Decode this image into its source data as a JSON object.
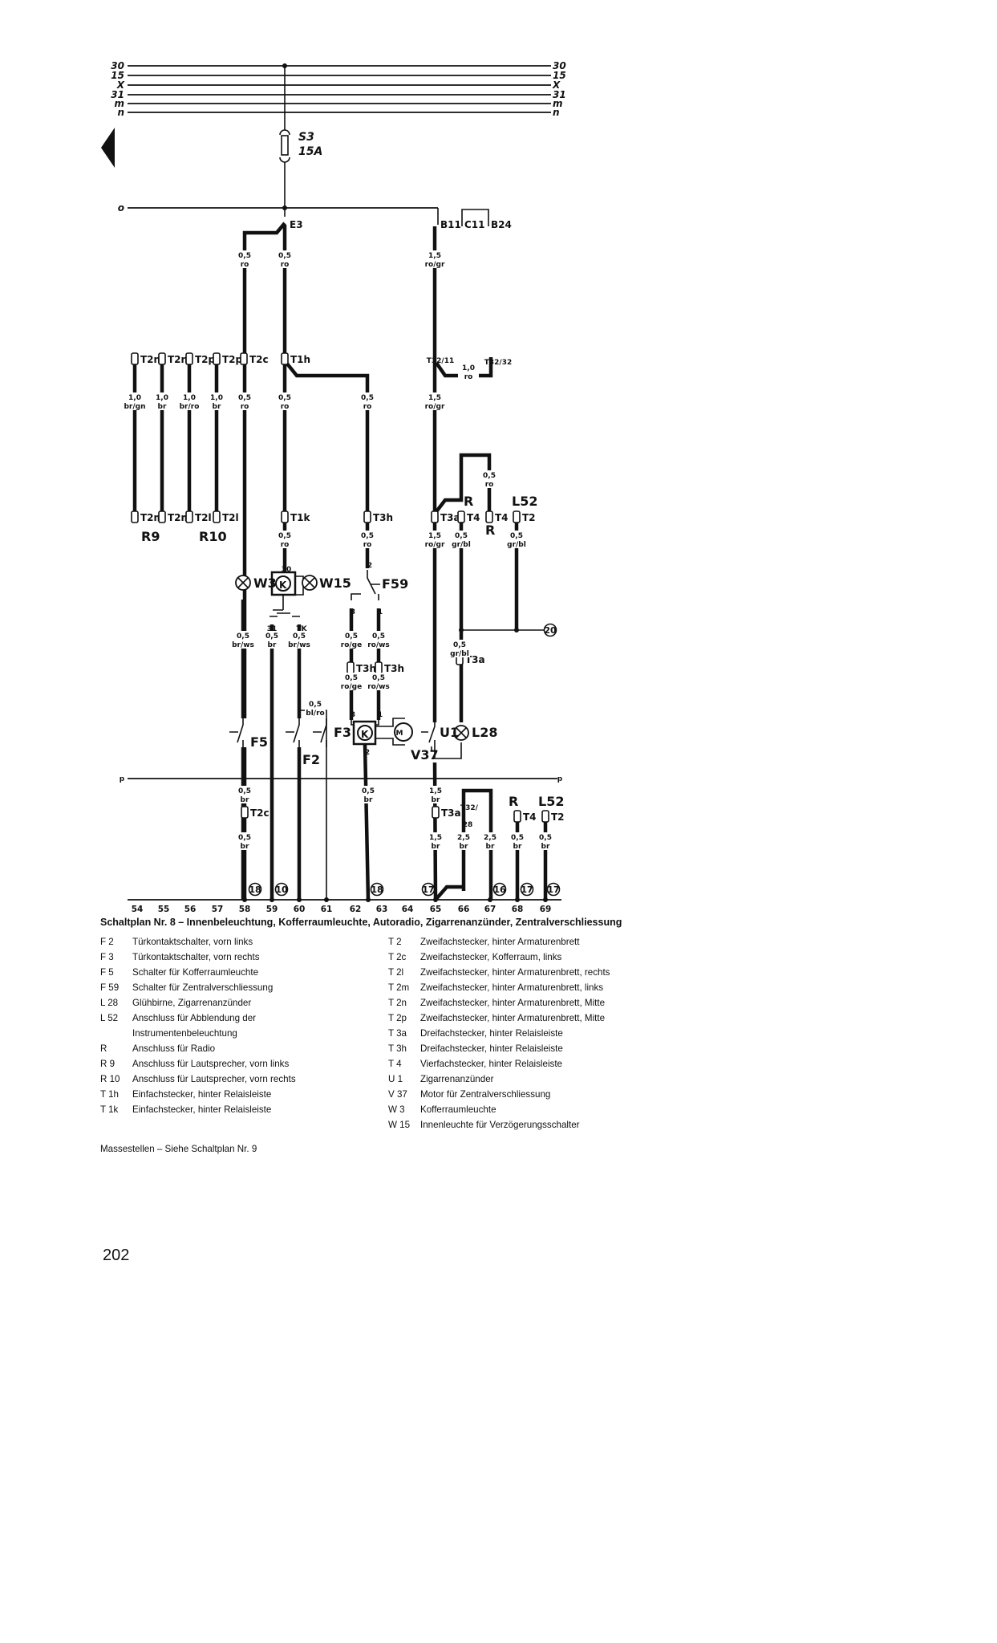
{
  "bus": {
    "labels": [
      "30",
      "15",
      "X",
      "31",
      "m",
      "n"
    ]
  },
  "fuse": {
    "id": "S3",
    "rating": "15A"
  },
  "terminals": {
    "o": "o",
    "p": "p",
    "e3": "E3",
    "b11": "B11",
    "c11": "C11",
    "b24": "B24"
  },
  "connectors": [
    "T2n",
    "T2n",
    "T2p",
    "T2p",
    "T2c",
    "T1h",
    "T32/11",
    "T32/32",
    "T2m",
    "T2m",
    "T2l",
    "T2l",
    "T1k",
    "T3h",
    "T3a",
    "T4",
    "T4",
    "T2",
    "T3h",
    "T3h",
    "T3a",
    "T2c",
    "T3a",
    "T32/",
    "28",
    "T4",
    "T2"
  ],
  "components": {
    "r9": "R9",
    "r10": "R10",
    "r_upper": "R",
    "r_mid": "R",
    "l52_upper": "L52",
    "w3": "W3",
    "w15": "W15",
    "relay_k1": "K",
    "f59": "F59",
    "f5": "F5",
    "f2": "F2",
    "f3": "F3",
    "relay_k2": "K",
    "motor": "M",
    "v37": "V37",
    "u1": "U1",
    "l28": "L28",
    "r_lower": "R",
    "l52_lower": "L52"
  },
  "pins": [
    "30",
    "31",
    "TK",
    "2",
    "3",
    "1",
    "3",
    "1",
    "2"
  ],
  "wires": [
    {
      "size": "0,5",
      "color": "ro"
    },
    {
      "size": "0,5",
      "color": "ro"
    },
    {
      "size": "1,5",
      "color": "ro/gr"
    },
    {
      "size": "1,0",
      "color": "br/gn"
    },
    {
      "size": "1,0",
      "color": "br"
    },
    {
      "size": "1,0",
      "color": "br/ro"
    },
    {
      "size": "1,0",
      "color": "br"
    },
    {
      "size": "0,5",
      "color": "ro"
    },
    {
      "size": "0,5",
      "color": "ro"
    },
    {
      "size": "0,5",
      "color": "ro"
    },
    {
      "size": "1,5",
      "color": "ro/gr"
    },
    {
      "size": "1,0",
      "color": "ro"
    },
    {
      "size": "0,5",
      "color": "ro"
    },
    {
      "size": "0,5",
      "color": "ro"
    },
    {
      "size": "0,5",
      "color": "ro"
    },
    {
      "size": "1,5",
      "color": "ro/gr"
    },
    {
      "size": "0,5",
      "color": "gr/bl"
    },
    {
      "size": "0,5",
      "color": "gr/bl"
    },
    {
      "size": "0,5",
      "color": "br/ws"
    },
    {
      "size": "0,5",
      "color": "br"
    },
    {
      "size": "0,5",
      "color": "br/ws"
    },
    {
      "size": "0,5",
      "color": "ro/ge"
    },
    {
      "size": "0,5",
      "color": "ro/ws"
    },
    {
      "size": "0,5",
      "color": "gr/bl"
    },
    {
      "size": "0,5",
      "color": "ro/ge"
    },
    {
      "size": "0,5",
      "color": "ro/ws"
    },
    {
      "size": "0,5",
      "color": "bl/ro"
    },
    {
      "size": "0,5",
      "color": "br"
    },
    {
      "size": "0,5",
      "color": "br"
    },
    {
      "size": "1,5",
      "color": "br"
    },
    {
      "size": "0,5",
      "color": "br"
    },
    {
      "size": "1,5",
      "color": "br"
    },
    {
      "size": "2,5",
      "color": "br"
    },
    {
      "size": "2,5",
      "color": "br"
    },
    {
      "size": "0,5",
      "color": "br"
    },
    {
      "size": "0,5",
      "color": "br"
    }
  ],
  "grounds": [
    "18",
    "10",
    "18",
    "17",
    "16",
    "17",
    "17",
    "20"
  ],
  "columns": [
    "54",
    "55",
    "56",
    "57",
    "58",
    "59",
    "60",
    "61",
    "62",
    "63",
    "64",
    "65",
    "66",
    "67",
    "68",
    "69"
  ],
  "caption": "Schaltplan Nr. 8 – Innenbeleuchtung, Kofferraumleuchte, Autoradio, Zigarrenanzünder, Zentralverschliessung",
  "legend": {
    "left": [
      {
        "code": "F 2",
        "text": "Türkontaktschalter, vorn links"
      },
      {
        "code": "F 3",
        "text": "Türkontaktschalter, vorn rechts"
      },
      {
        "code": "F 5",
        "text": "Schalter für Kofferraumleuchte"
      },
      {
        "code": "F 59",
        "text": "Schalter für Zentralverschliessung"
      },
      {
        "code": "L 28",
        "text": "Glühbirne, Zigarrenanzünder"
      },
      {
        "code": "L 52",
        "text": "Anschluss für Abblendung der Instrumentenbeleuchtung"
      },
      {
        "code": "R",
        "text": "Anschluss für Radio"
      },
      {
        "code": "R 9",
        "text": "Anschluss für Lautsprecher, vorn links"
      },
      {
        "code": "R 10",
        "text": "Anschluss für Lautsprecher, vorn rechts"
      },
      {
        "code": "T 1h",
        "text": "Einfachstecker, hinter Relaisleiste"
      },
      {
        "code": "T 1k",
        "text": "Einfachstecker, hinter Relaisleiste"
      }
    ],
    "right": [
      {
        "code": "T 2",
        "text": "Zweifachstecker, hinter Armaturenbrett"
      },
      {
        "code": "T 2c",
        "text": "Zweifachstecker, Kofferraum, links"
      },
      {
        "code": "T 2l",
        "text": "Zweifachstecker, hinter Armaturenbrett, rechts"
      },
      {
        "code": "T 2m",
        "text": "Zweifachstecker, hinter Armaturenbrett, links"
      },
      {
        "code": "T 2n",
        "text": "Zweifachstecker, hinter Armaturenbrett, Mitte"
      },
      {
        "code": "T 2p",
        "text": "Zweifachstecker, hinter Armaturenbrett, Mitte"
      },
      {
        "code": "T 3a",
        "text": "Dreifachstecker, hinter Relaisleiste"
      },
      {
        "code": "T 3h",
        "text": "Dreifachstecker, hinter Relaisleiste"
      },
      {
        "code": "T 4",
        "text": "Vierfachstecker, hinter Relaisleiste"
      },
      {
        "code": "U 1",
        "text": "Zigarrenanzünder"
      },
      {
        "code": "V 37",
        "text": "Motor für Zentralverschliessung"
      },
      {
        "code": "W 3",
        "text": "Kofferraumleuchte"
      },
      {
        "code": "W 15",
        "text": "Innenleuchte für Verzögerungsschalter"
      }
    ]
  },
  "note": "Massestellen – Siehe Schaltplan Nr. 9",
  "page_number": "202"
}
